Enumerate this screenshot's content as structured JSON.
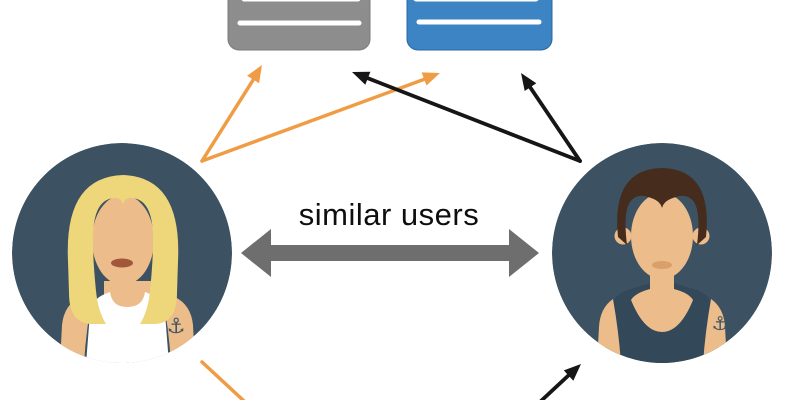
{
  "diagram": {
    "similarity_label": "similar users",
    "users": [
      {
        "id": "female-user",
        "side": "left"
      },
      {
        "id": "male-user",
        "side": "right"
      }
    ],
    "items": [
      {
        "id": "gray-item-card",
        "color": "#8d8d8d"
      },
      {
        "id": "blue-item-card",
        "color": "#3c84c4"
      }
    ],
    "colors": {
      "female_arrows": "#f09c45",
      "male_arrows": "#161616",
      "similarity_arrow": "#6e6e6e",
      "card_line": "#ffffff",
      "avatar_background": "#3c5262",
      "skin": "#ecbc8b",
      "hair_blonde": "#eed67a",
      "hair_brown": "#452c1d",
      "tank_white": "#ffffff",
      "tank_dark": "#334859",
      "lips_female": "#a3573a",
      "lips_male": "#d9a06c",
      "tattoo": "#3f5565"
    }
  }
}
